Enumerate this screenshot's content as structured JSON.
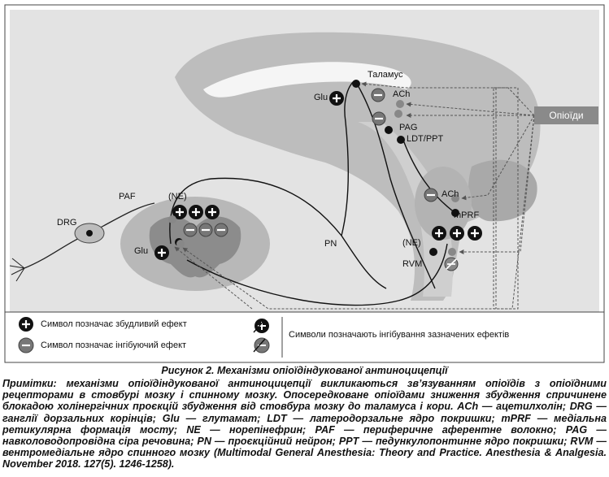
{
  "figure": {
    "labels": {
      "thalamus": "Таламус",
      "ach_top": "ACh",
      "glu_top": "Glu",
      "pag": "PAG",
      "ldt_ppt": "LDT/PPT",
      "ach_mid": "ACh",
      "mprf": "mPRF",
      "ne_rvm": "(NE)",
      "rvm": "RVM",
      "pn": "PN",
      "paf": "PAF",
      "drg": "DRG",
      "ne_spinal": "(NE)",
      "glu_spinal": "Glu",
      "opioids": "Опіоїди"
    },
    "legend": {
      "excitatory": "Символ позначає збудливий ефект",
      "inhibitory": "Символ позначає інгібуючий ефект",
      "inhibition_of": "Символи позначають інгібування зазначених ефектів"
    }
  },
  "caption": "Рисунок 2. Механізми опіоїдіндукованої антиноцицепції",
  "notes": "Примітки: механізми опіоїдіндукованої антиноцицепції викликаються зв’язуванням опіоїдів з опіоїдними рецепторами в стовбурі мозку і спинному мозку. Опосередковане опіоїдами зниження збудження спричинене блокадою холінергічних проєкцій збудження від стовбура мозку до таламуса і кори. ACh — ацетилхолін; DRG — ганглії дорзальних корінців; Glu — глутамат; LDT — латеродорзальне ядро покришки; mPRF — медіальна ретикулярна формація мосту; NE — норепінефрин; PAF — периферичне аферентне волокно; PAG — навколоводопровідна сіра речовина; PN — проєкційний нейрон; PPT — педункулопонтинне ядро покришки; RVM — вентромедіальне ядро спинного мозку (Multimodal General Anesthesia: Theory and Practice. Anesthesia & Analgesia. November 2018. 127(5). 1246-1258)."
}
